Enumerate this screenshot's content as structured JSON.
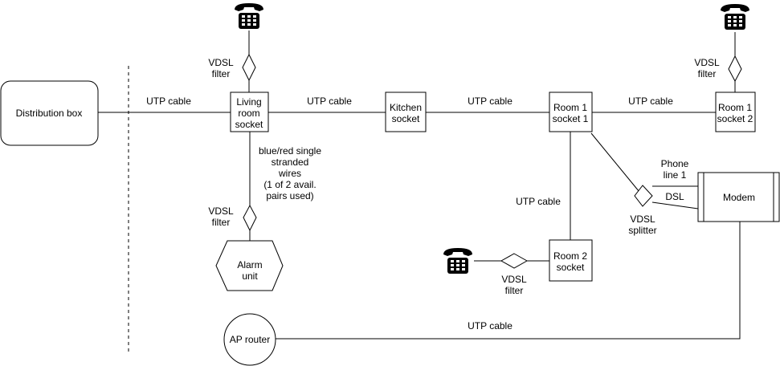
{
  "nodes": {
    "distribution_box": "Distribution box",
    "living_room_socket": [
      "Living",
      "room",
      "socket"
    ],
    "kitchen_socket": [
      "Kitchen",
      "socket"
    ],
    "room1_socket1": [
      "Room 1",
      "socket 1"
    ],
    "room1_socket2": [
      "Room 1",
      "socket 2"
    ],
    "room2_socket": [
      "Room 2",
      "socket"
    ],
    "modem": "Modem",
    "alarm_unit": [
      "Alarm",
      "unit"
    ],
    "ap_router": "AP router"
  },
  "labels": {
    "utp_cable": "UTP cable",
    "vdsl_filter": [
      "VDSL",
      "filter"
    ],
    "vdsl_splitter": [
      "VDSL",
      "splitter"
    ],
    "phone_line": [
      "Phone",
      "line 1"
    ],
    "dsl": "DSL",
    "alarm_wires": [
      "blue/red single",
      "stranded",
      "wires",
      "(1 of 2 avail.",
      "pairs used)"
    ]
  },
  "icons": {
    "phone": "telephone-icon"
  },
  "colors": {
    "stroke": "#000000",
    "background": "#ffffff"
  }
}
